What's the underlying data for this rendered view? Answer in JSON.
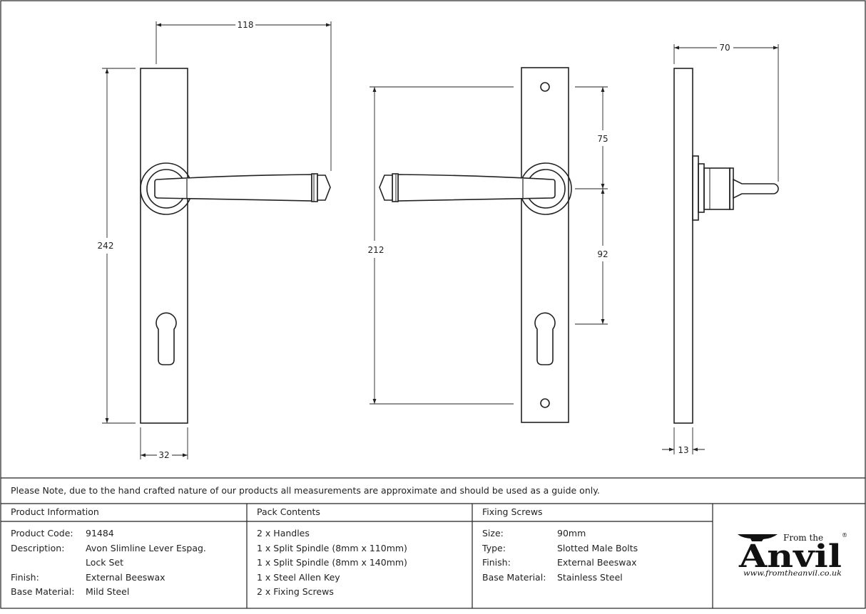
{
  "dimensions": {
    "front_width_top": "118",
    "front_height": "242",
    "front_width_bottom": "32",
    "centre_height": "212",
    "centre_upper": "75",
    "centre_lower": "92",
    "side_projection": "70",
    "side_thickness": "13"
  },
  "note": "Please Note, due to the hand crafted nature of our products all measurements are approximate and should be used as a guide only.",
  "product_info": {
    "heading": "Product Information",
    "rows": [
      {
        "label": "Product Code:",
        "value": "91484"
      },
      {
        "label": "Description:",
        "value": "Avon Slimline Lever Espag."
      },
      {
        "label": "",
        "value": "Lock Set"
      },
      {
        "label": "Finish:",
        "value": "External Beeswax"
      },
      {
        "label": "Base Material:",
        "value": "Mild Steel"
      }
    ]
  },
  "pack_contents": {
    "heading": "Pack Contents",
    "items": [
      "2 x Handles",
      "1 x Split Spindle (8mm x 110mm)",
      "1 x Split Spindle (8mm x 140mm)",
      "1 x Steel Allen Key",
      "2 x Fixing Screws"
    ]
  },
  "fixing_screws": {
    "heading": "Fixing Screws",
    "rows": [
      {
        "label": "Size:",
        "value": "90mm"
      },
      {
        "label": "Type:",
        "value": "Slotted Male Bolts"
      },
      {
        "label": "Finish:",
        "value": "External Beeswax"
      },
      {
        "label": "Base Material:",
        "value": "Stainless Steel"
      }
    ]
  },
  "logo": {
    "from_the": "From the",
    "brand": "Anvil",
    "registered": "®",
    "url": "www.fromtheanvil.co.uk"
  }
}
